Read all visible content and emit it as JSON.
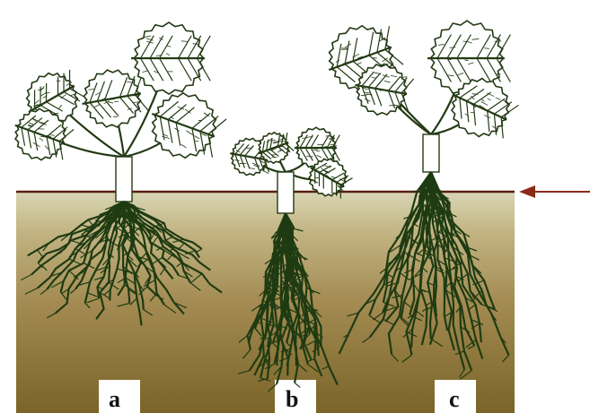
{
  "labels": {
    "a": "a",
    "b": "b",
    "c": "c"
  },
  "colors": {
    "soil_top": "#cfcba0",
    "soil_mid": "#a8925a",
    "soil_bottom": "#7e6a2e",
    "root": "#1f3b12",
    "leaf_line": "#233a14",
    "surface_line": "#5a1f12",
    "arrow": "#8b2a1a"
  },
  "icons": {
    "arrow": "arrow-left-icon"
  }
}
